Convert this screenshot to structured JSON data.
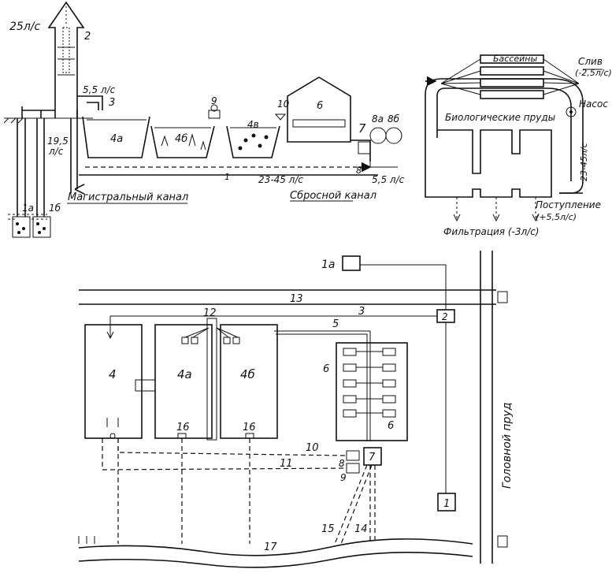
{
  "figure": {
    "profile": {
      "flow_tower": "25л/с",
      "tower_num": "2",
      "flow_inlet": "5,5 л/с",
      "inlet_num": "3",
      "flow_main": "19,5",
      "flow_main_unit": "л/с",
      "well_a": "1а",
      "well_b": "1б",
      "canal_main": "Магистральный канал",
      "pond_4a": "4а",
      "pond_4b": "4б",
      "pond_4v": "4в",
      "num_9": "9",
      "num_10": "10",
      "house_num": "6",
      "num_7": "7",
      "num_8a": "8а",
      "num_8b": "8б",
      "drain_num": "8",
      "drain_flow": "5,5 л/с",
      "canal_num": "1",
      "canal_flow": "23-45 л/с",
      "canal_drain": "Сбросной канал"
    },
    "loop": {
      "basins": "Бассейны",
      "drain": "Слив",
      "drain_flow": "(-2,5л/с)",
      "pump": "Насос",
      "bio_ponds": "Биологические пруды",
      "loop_flow": "23-45л/с",
      "intake": "Поступление",
      "intake_flow": "(+5,5л/с)",
      "filtration": "Фильтрация (-3л/с)"
    },
    "plan": {
      "n1a": "1а",
      "n13": "13",
      "n3": "3",
      "n2": "2",
      "n12": "12",
      "n5": "5",
      "n4": "4",
      "n4a": "4а",
      "n4b": "4б",
      "n6a": "6",
      "n6b": "6",
      "n16a": "16",
      "n16b": "16",
      "n10": "10",
      "n11": "11",
      "n8": "8",
      "n9": "9",
      "n7": "7",
      "n1": "1",
      "n15": "15",
      "n14": "14",
      "n17": "17",
      "head_pond": "Головной пруд"
    }
  }
}
